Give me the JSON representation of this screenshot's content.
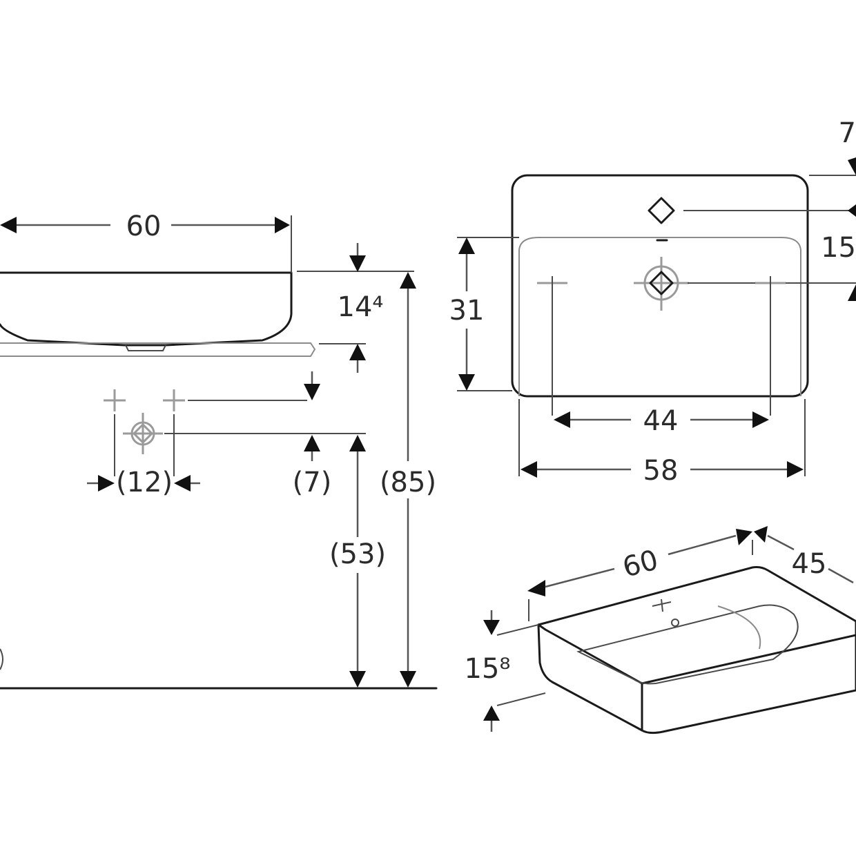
{
  "front_view": {
    "width_label": "60",
    "rim_height_label": "14⁴",
    "tap_spacing_label": "(12)",
    "tap_offset_label": "(7)",
    "tap_height_label": "(53)",
    "total_height_label": "(85)"
  },
  "top_view": {
    "rim_offset_label": "7",
    "tap_distance_label": "15",
    "bowl_depth_label": "31",
    "fixing_spacing_label": "44",
    "inner_width_label": "58"
  },
  "iso_view": {
    "width_label": "60",
    "depth_label": "45",
    "height_label": "15⁸"
  }
}
